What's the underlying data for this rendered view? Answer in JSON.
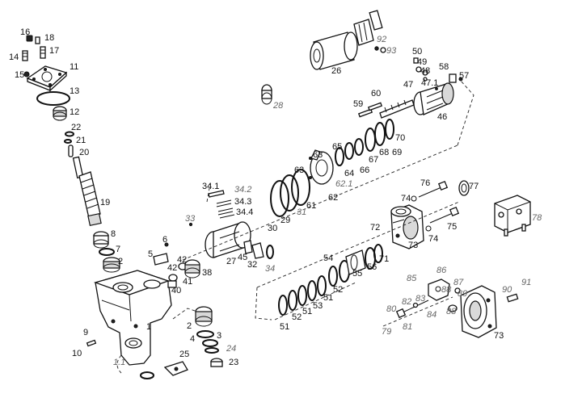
{
  "diagram": {
    "labels": [
      {
        "id": "l16",
        "text": "16"
      },
      {
        "id": "l18",
        "text": "18"
      },
      {
        "id": "l14",
        "text": "14"
      },
      {
        "id": "l17",
        "text": "17"
      },
      {
        "id": "l15",
        "text": "15"
      },
      {
        "id": "l11",
        "text": "11"
      },
      {
        "id": "l13",
        "text": "13"
      },
      {
        "id": "l12",
        "text": "12"
      },
      {
        "id": "l22",
        "text": "22"
      },
      {
        "id": "l21",
        "text": "21"
      },
      {
        "id": "l20",
        "text": "20"
      },
      {
        "id": "l19",
        "text": "19"
      },
      {
        "id": "l8",
        "text": "8"
      },
      {
        "id": "l7",
        "text": "7"
      },
      {
        "id": "l2a",
        "text": "2"
      },
      {
        "id": "l6",
        "text": "6"
      },
      {
        "id": "l5",
        "text": "5"
      },
      {
        "id": "l42a",
        "text": "42"
      },
      {
        "id": "l42b",
        "text": "42"
      },
      {
        "id": "l41",
        "text": "41"
      },
      {
        "id": "l40",
        "text": "40"
      },
      {
        "id": "l38",
        "text": "38"
      },
      {
        "id": "l1",
        "text": "1"
      },
      {
        "id": "l1_1",
        "text": "1.1"
      },
      {
        "id": "l9",
        "text": "9"
      },
      {
        "id": "l10",
        "text": "10"
      },
      {
        "id": "l2b",
        "text": "2"
      },
      {
        "id": "l3",
        "text": "3"
      },
      {
        "id": "l4",
        "text": "4"
      },
      {
        "id": "l24",
        "text": "24"
      },
      {
        "id": "l25",
        "text": "25"
      },
      {
        "id": "l23",
        "text": "23"
      },
      {
        "id": "l33",
        "text": "33"
      },
      {
        "id": "l34_1",
        "text": "34.1"
      },
      {
        "id": "l34_2",
        "text": "34.2"
      },
      {
        "id": "l34_3",
        "text": "34.3"
      },
      {
        "id": "l34_4",
        "text": "34.4"
      },
      {
        "id": "l27",
        "text": "27"
      },
      {
        "id": "l45",
        "text": "45"
      },
      {
        "id": "l32",
        "text": "32"
      },
      {
        "id": "l34",
        "text": "34"
      },
      {
        "id": "l28",
        "text": "28"
      },
      {
        "id": "l26",
        "text": "26"
      },
      {
        "id": "l92",
        "text": "92"
      },
      {
        "id": "l93",
        "text": "93"
      },
      {
        "id": "l50",
        "text": "50"
      },
      {
        "id": "l49",
        "text": "49"
      },
      {
        "id": "l48",
        "text": "48"
      },
      {
        "id": "l58",
        "text": "58"
      },
      {
        "id": "l47",
        "text": "47"
      },
      {
        "id": "l47_1",
        "text": "47.1"
      },
      {
        "id": "l57",
        "text": "57"
      },
      {
        "id": "l60",
        "text": "60"
      },
      {
        "id": "l59",
        "text": "59"
      },
      {
        "id": "l46",
        "text": "46"
      },
      {
        "id": "l70",
        "text": "70"
      },
      {
        "id": "l65",
        "text": "65"
      },
      {
        "id": "l63a",
        "text": "63"
      },
      {
        "id": "l63b",
        "text": "63"
      },
      {
        "id": "l68",
        "text": "68"
      },
      {
        "id": "l69",
        "text": "69"
      },
      {
        "id": "l67",
        "text": "67"
      },
      {
        "id": "l66",
        "text": "66"
      },
      {
        "id": "l64",
        "text": "64"
      },
      {
        "id": "l62_1",
        "text": "62.1"
      },
      {
        "id": "l62",
        "text": "62"
      },
      {
        "id": "l61",
        "text": "61"
      },
      {
        "id": "l31",
        "text": "31"
      },
      {
        "id": "l29",
        "text": "29"
      },
      {
        "id": "l30",
        "text": "30"
      },
      {
        "id": "l76",
        "text": "76"
      },
      {
        "id": "l77",
        "text": "77"
      },
      {
        "id": "l74a",
        "text": "74"
      },
      {
        "id": "l72",
        "text": "72"
      },
      {
        "id": "l75",
        "text": "75"
      },
      {
        "id": "l73a",
        "text": "73"
      },
      {
        "id": "l74b",
        "text": "74"
      },
      {
        "id": "l78",
        "text": "78"
      },
      {
        "id": "l54",
        "text": "54"
      },
      {
        "id": "l55",
        "text": "55"
      },
      {
        "id": "l56",
        "text": "56"
      },
      {
        "id": "l71",
        "text": "71"
      },
      {
        "id": "l52a",
        "text": "52"
      },
      {
        "id": "l51a",
        "text": "51"
      },
      {
        "id": "l53",
        "text": "53"
      },
      {
        "id": "l51b",
        "text": "51"
      },
      {
        "id": "l52b",
        "text": "52"
      },
      {
        "id": "l51c",
        "text": "51"
      },
      {
        "id": "l86",
        "text": "86"
      },
      {
        "id": "l85",
        "text": "85"
      },
      {
        "id": "l87",
        "text": "87"
      },
      {
        "id": "l89",
        "text": "89"
      },
      {
        "id": "l88a",
        "text": "88"
      },
      {
        "id": "l90",
        "text": "90"
      },
      {
        "id": "l91",
        "text": "91"
      },
      {
        "id": "l82",
        "text": "82"
      },
      {
        "id": "l83",
        "text": "83"
      },
      {
        "id": "l80",
        "text": "80"
      },
      {
        "id": "l84",
        "text": "84"
      },
      {
        "id": "l88b",
        "text": "88"
      },
      {
        "id": "l79",
        "text": "79"
      },
      {
        "id": "l81",
        "text": "81"
      },
      {
        "id": "l73b",
        "text": "73"
      }
    ]
  }
}
